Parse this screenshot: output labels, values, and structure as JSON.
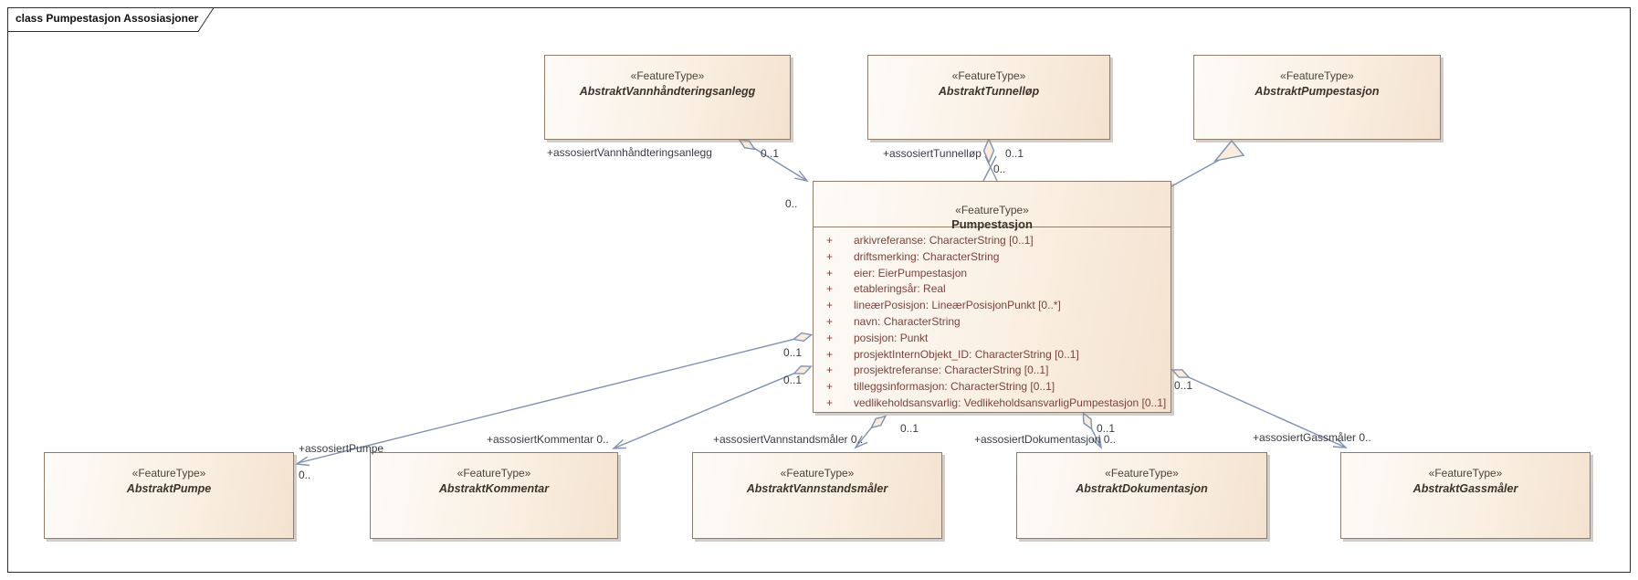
{
  "diagram": {
    "frame_label": "class Pumpestasjon Assosiasjoner"
  },
  "colors": {
    "box_fill": "#FAF0E3",
    "box_border": "#8F7C6A",
    "connector": "#8091B1",
    "attribute_text": "#7B433E",
    "label_text": "#3A3A44"
  },
  "main_class": {
    "stereotype": "«FeatureType»",
    "name": "Pumpestasjon",
    "attributes": [
      {
        "vis": "+",
        "text": "arkivreferanse: CharacterString [0..1]"
      },
      {
        "vis": "+",
        "text": "driftsmerking: CharacterString"
      },
      {
        "vis": "+",
        "text": "eier: EierPumpestasjon"
      },
      {
        "vis": "+",
        "text": "etableringsår: Real"
      },
      {
        "vis": "+",
        "text": "lineærPosisjon: LineærPosisjonPunkt [0..*]"
      },
      {
        "vis": "+",
        "text": "navn: CharacterString"
      },
      {
        "vis": "+",
        "text": "posisjon: Punkt"
      },
      {
        "vis": "+",
        "text": "prosjektInternObjekt_ID: CharacterString [0..1]"
      },
      {
        "vis": "+",
        "text": "prosjektreferanse: CharacterString [0..1]"
      },
      {
        "vis": "+",
        "text": "tilleggsinformasjon: CharacterString [0..1]"
      },
      {
        "vis": "+",
        "text": "vedlikeholdsansvarlig: VedlikeholdsansvarligPumpestasjon [0..1]"
      }
    ]
  },
  "boxes": [
    {
      "stereotype": "«FeatureType»",
      "name": "AbstraktVannhåndteringsanlegg"
    },
    {
      "stereotype": "«FeatureType»",
      "name": "AbstraktTunnelløp"
    },
    {
      "stereotype": "«FeatureType»",
      "name": "AbstraktPumpestasjon"
    },
    {
      "stereotype": "«FeatureType»",
      "name": "AbstraktPumpe"
    },
    {
      "stereotype": "«FeatureType»",
      "name": "AbstraktKommentar"
    },
    {
      "stereotype": "«FeatureType»",
      "name": "AbstraktVannstandsmåler"
    },
    {
      "stereotype": "«FeatureType»",
      "name": "AbstraktDokumentasjon"
    },
    {
      "stereotype": "«FeatureType»",
      "name": "AbstraktGassmåler"
    }
  ],
  "connectors": {
    "vannhandteringsanlegg": {
      "role": "+assosiertVannhåndteringsanlegg",
      "source_mult": "0..1",
      "target_mult": "0.."
    },
    "tunnellop": {
      "role": "+assosiertTunnelløp",
      "source_mult": "0..1",
      "target_mult": "0.."
    },
    "pumpe": {
      "role": "+assosiertPumpe",
      "source_mult": "0..1",
      "target_mult": "0.."
    },
    "kommentar": {
      "role": "+assosiertKommentar 0..",
      "source_mult": "0..1"
    },
    "vannstandsmaler": {
      "role": "+assosiertVannstandsmåler 0..",
      "source_mult": "0..1"
    },
    "dokumentasjon": {
      "role": "+assosiertDokumentasjon 0..",
      "source_mult": "0..1"
    },
    "gassmaler": {
      "role": "+assosiertGassmåler 0..",
      "source_mult": "0..1"
    }
  }
}
